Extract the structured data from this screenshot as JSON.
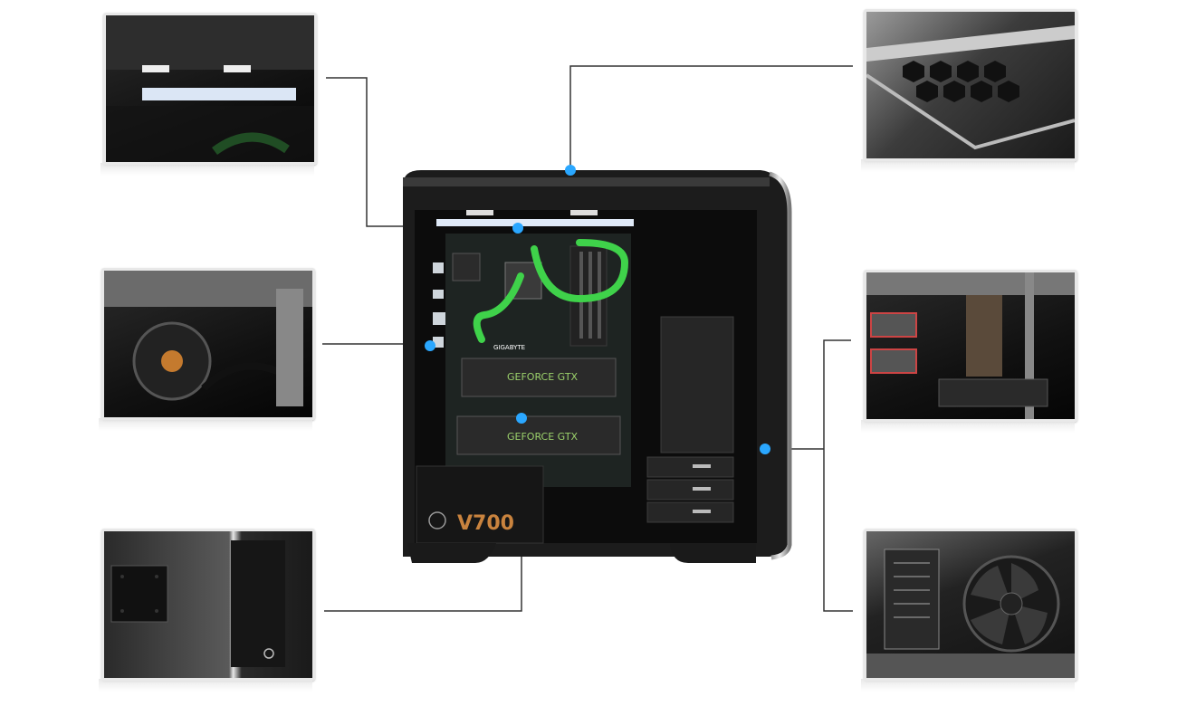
{
  "case": {
    "psu_label": "V700",
    "gpu_label_top": "GEFORCE GTX",
    "gpu_label_bottom": "GEFORCE GTX",
    "motherboard_brand": "GIGABYTE",
    "accent_color": "#2aa7ff",
    "tube_color": "#3fd24a"
  },
  "callouts": [
    {
      "id": "top-left",
      "icon": "top-radiator-mount"
    },
    {
      "id": "mid-left",
      "icon": "cpu-cooler-closeup"
    },
    {
      "id": "bottom-left",
      "icon": "psu-bottom-filter"
    },
    {
      "id": "top-right",
      "icon": "top-mesh-panel"
    },
    {
      "id": "mid-right",
      "icon": "cable-management-closeup"
    },
    {
      "id": "bottom-right",
      "icon": "rear-fan-closeup"
    }
  ]
}
